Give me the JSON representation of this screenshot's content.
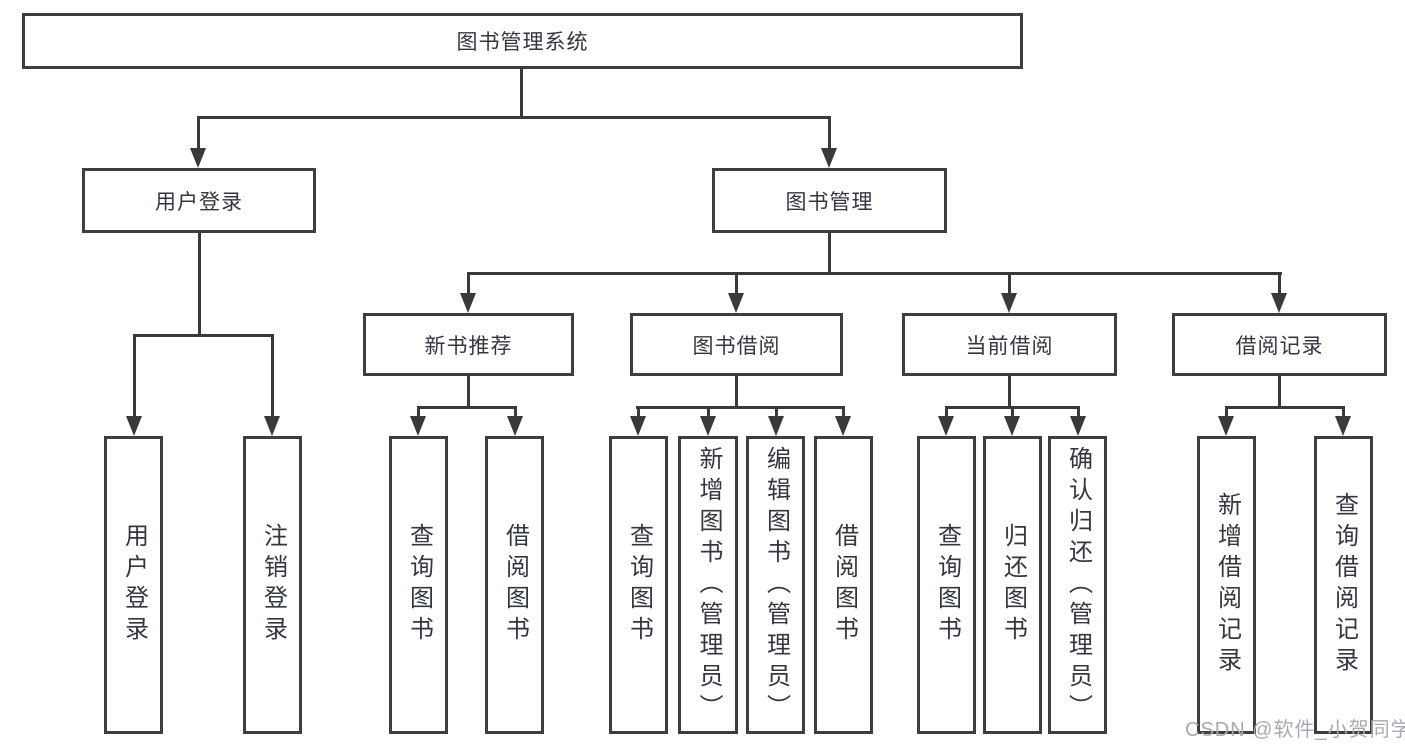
{
  "diagram": {
    "root": {
      "label": "图书管理系统"
    },
    "level2": [
      {
        "label": "用户登录"
      },
      {
        "label": "图书管理"
      }
    ],
    "level3": [
      {
        "label": "新书推荐",
        "parent": "图书管理"
      },
      {
        "label": "图书借阅",
        "parent": "图书管理"
      },
      {
        "label": "当前借阅",
        "parent": "图书管理"
      },
      {
        "label": "借阅记录",
        "parent": "图书管理"
      }
    ],
    "leaves": [
      {
        "label": "用户登录",
        "parent": "用户登录"
      },
      {
        "label": "注销登录",
        "parent": "用户登录"
      },
      {
        "label": "查询图书",
        "parent": "新书推荐"
      },
      {
        "label": "借阅图书",
        "parent": "新书推荐"
      },
      {
        "label": "查询图书",
        "parent": "图书借阅"
      },
      {
        "label": "新增图书（管理员）",
        "parent": "图书借阅"
      },
      {
        "label": "编辑图书（管理员）",
        "parent": "图书借阅"
      },
      {
        "label": "借阅图书",
        "parent": "图书借阅"
      },
      {
        "label": "查询图书",
        "parent": "当前借阅"
      },
      {
        "label": "归还图书",
        "parent": "当前借阅"
      },
      {
        "label": "确认归还（管理员）",
        "parent": "当前借阅"
      },
      {
        "label": "新增借阅记录",
        "parent": "借阅记录"
      },
      {
        "label": "查询借阅记录",
        "parent": "借阅记录"
      }
    ],
    "watermark": "CSDN @软件_小贺同学",
    "colors": {
      "line": "#3a3a3a",
      "border": "#3e3e3e",
      "text": "#333740",
      "box_bg": "#ffffff",
      "watermark": "#a7aab1"
    }
  }
}
